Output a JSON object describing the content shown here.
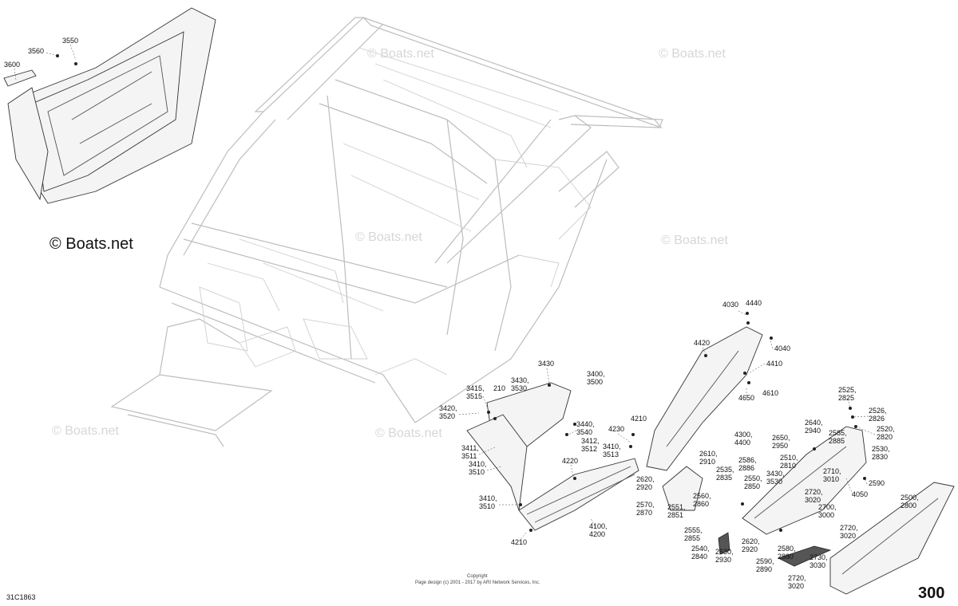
{
  "watermarks": {
    "main": "© Boats.net",
    "faded": "© Boats.net"
  },
  "diagram_ref": "31C1863",
  "page_number": "300",
  "copyright": {
    "line1": "Copyright",
    "line2": "Page design (c) 2001 - 2017 by ARI Network Services, Inc."
  },
  "labels": {
    "l3550": "3550",
    "l3560": "3560",
    "l3600": "3600",
    "l3430": "3430",
    "l3400a": "3400,",
    "l3400b": "3500",
    "l3415a": "3415,",
    "l3415b": "3515",
    "l210": "210",
    "l3430b_a": "3430,",
    "l3430b_b": "3530",
    "l3420a": "3420,",
    "l3420b": "3520",
    "l3440a": "3440,",
    "l3440b": "3540",
    "l3411a": "3411,",
    "l3411b": "3511",
    "l3412a": "3412,",
    "l3412b": "3512",
    "l3413a": "3410,",
    "l3413b": "3513",
    "l3410a": "3410,",
    "l3410b": "3510",
    "l4220": "4220",
    "l3410c_a": "3410,",
    "l3410c_b": "3510",
    "l4230": "4230",
    "l4210a": "4210",
    "l4100a": "4100,",
    "l4100b": "4200",
    "l4210b": "4210",
    "l4030": "4030",
    "l4440": "4440",
    "l4420": "4420",
    "l4040": "4040",
    "l4410": "4410",
    "l4650": "4650",
    "l4610": "4610",
    "l4300a": "4300,",
    "l4300b": "4400",
    "l2525a": "2525,",
    "l2525b": "2825",
    "l2526a": "2526,",
    "l2526b": "2826",
    "l2520a": "2520,",
    "l2520b": "2820",
    "l2585a": "2585,",
    "l2585b": "2885",
    "l2640a": "2640,",
    "l2640b": "2940",
    "l2650a": "2650,",
    "l2650b": "2950",
    "l2530a": "2530,",
    "l2530b": "2830",
    "l2510a": "2510,",
    "l2510b": "2810",
    "l2610a": "2610,",
    "l2610b": "2910",
    "l2586a": "2586,",
    "l2586b": "2886",
    "l2535a": "2535,",
    "l2535b": "2835",
    "l2710a": "2710,",
    "l2710b": "3010",
    "l2590a": "2590",
    "l2620a": "2620,",
    "l2620b": "2920",
    "l2550a": "2550,",
    "l2550b": "2850",
    "l3430c_a": "3430,",
    "l3430c_b": "3530",
    "l4050": "4050",
    "l2560a": "2560,",
    "l2560b": "2860",
    "l2720a": "2720,",
    "l2720b": "3020",
    "l2500a": "2500,",
    "l2500b": "2800",
    "l2570a": "2570,",
    "l2570b": "2870",
    "l2551a": "2551,",
    "l2551b": "2851",
    "l2700a": "2700,",
    "l2700b": "3000",
    "l2555a": "2555,",
    "l2555b": "2855",
    "l2540a": "2540,",
    "l2540b": "2840",
    "l2630a": "2630,",
    "l2630b": "2930",
    "l2620c_a": "2620,",
    "l2620c_b": "2920",
    "l2580a": "2580,",
    "l2580b": "2880",
    "l2590b_a": "2590,",
    "l2590b_b": "2890",
    "l2720c_a": "2720,",
    "l2720c_b": "3020",
    "l2730a": "2730,",
    "l2730b": "3030",
    "l2720d_a": "2720,",
    "l2720d_b": "3020"
  }
}
